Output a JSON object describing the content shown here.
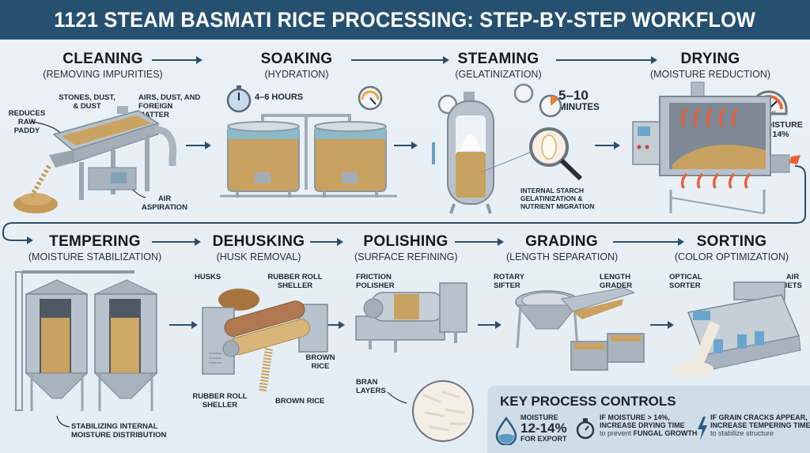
{
  "header": {
    "title": "1121 STEAM BASMATI RICE PROCESSING: STEP-BY-STEP WORKFLOW"
  },
  "colors": {
    "banner": "#26506f",
    "arrow": "#2e4e68",
    "grain": "#c8a060",
    "steel": "#b8c2cc",
    "heat": "#e8603a",
    "panel": "#cfdde8"
  },
  "steps": [
    {
      "title": "CLEANING",
      "subtitle": "(REMOVING IMPURITIES)",
      "labels": [
        "STONES, DUST, & DUST",
        "AIRS, DUST, AND FOREIGN MATTER",
        "REDUCES RAW PADDY",
        "AIR ASPIRATION"
      ]
    },
    {
      "title": "SOAKING",
      "subtitle": "(HYDRATION)",
      "labels": [
        "4–6 HOURS"
      ]
    },
    {
      "title": "STEAMING",
      "subtitle": "(GELATINIZATION)",
      "labels": [
        "5–10",
        "MINUTES",
        "INTERNAL STARCH GELATINIZATION & NUTRIENT MIGRATION"
      ]
    },
    {
      "title": "DRYING",
      "subtitle": "(MOISTURE REDUCTION)",
      "labels": [
        "MOISTURE",
        "14%",
        "MOISTURE"
      ]
    },
    {
      "title": "TEMPERING",
      "subtitle": "(MOISTURE STABILIZATION)",
      "labels": [
        "STABILIZING INTERNAL MOISTURE DISTRIBUTION"
      ]
    },
    {
      "title": "DEHUSKING",
      "subtitle": "(HUSK REMOVAL)",
      "labels": [
        "HUSKS",
        "RUBBER ROLL SHELLER",
        "BROWN RICE",
        "RUBBER ROLL SHELLER",
        "BROWN RICE"
      ]
    },
    {
      "title": "POLISHING",
      "subtitle": "(SURFACE REFINING)",
      "labels": [
        "FRICTION POLISHER",
        "BRAN LAYERS"
      ]
    },
    {
      "title": "GRADING",
      "subtitle": "(LENGTH SEPARATION)",
      "labels": [
        "ROTARY SIFTER",
        "LENGTH GRADER"
      ]
    },
    {
      "title": "SORTING",
      "subtitle": "(COLOR OPTIMIZATION)",
      "labels": [
        "OPTICAL SORTER",
        "AIR JETS"
      ]
    }
  ],
  "controls": {
    "heading": "KEY PROCESS CONTROLS",
    "items": [
      {
        "icon": "water-drop-icon",
        "top": "MOISTURE",
        "value": "12-14%",
        "bottom": "FOR EXPORT"
      },
      {
        "icon": "stopwatch-icon",
        "line1": "IF MOISTURE > 14%,",
        "line2": "INCREASE DRYING TIME",
        "line3_pre": "to prevent ",
        "line3_bold": "FUNGAL GROWTH"
      },
      {
        "icon": "lightning-icon",
        "line1": "IF GRAIN CRACKS APPEAR,",
        "line2": "INCREASE TEMPERING TIME",
        "line3": "to stabilize structure"
      }
    ]
  }
}
